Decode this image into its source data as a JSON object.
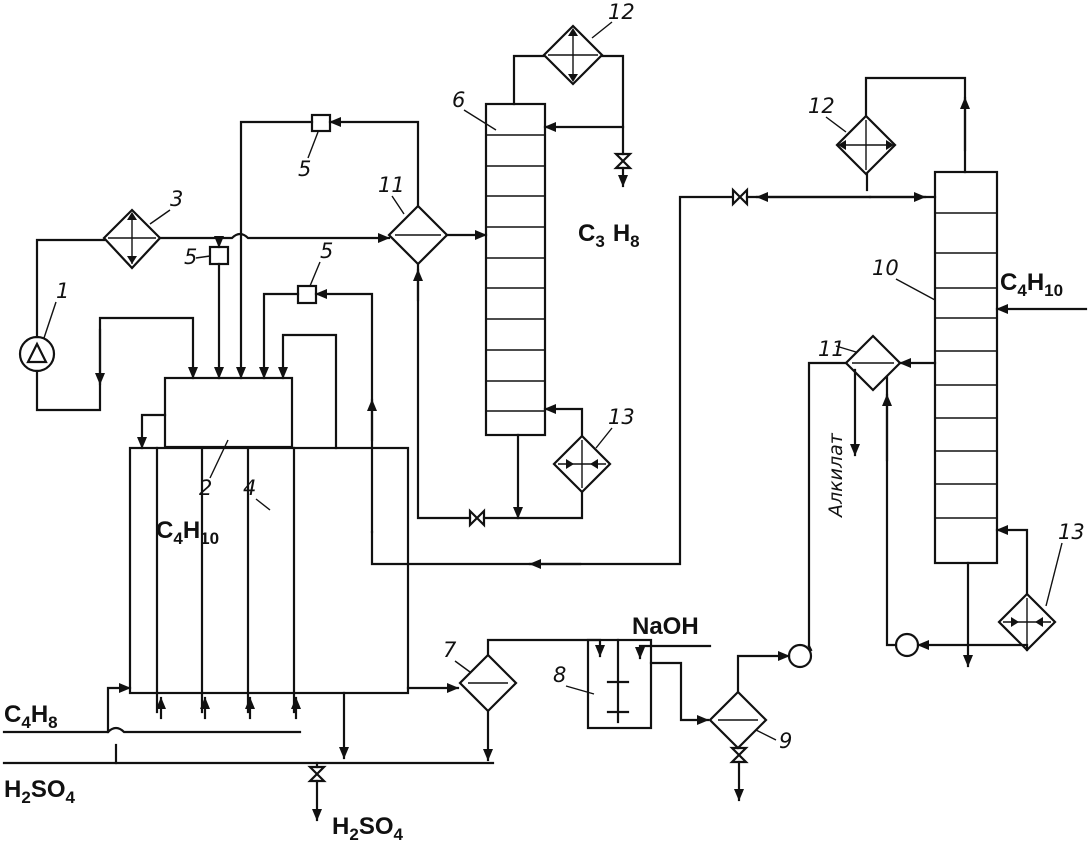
{
  "streams": {
    "butane_recycle": {
      "main": "C",
      "s1": "4",
      "main2": "H",
      "s2": "10"
    },
    "butane_feed": {
      "main": "C",
      "s1": "4",
      "main2": "H",
      "s2": "10"
    },
    "propane": {
      "main": "C",
      "s1": "3",
      "main2": "H",
      "s2": "8"
    },
    "butene_feed": {
      "main": "C",
      "s1": "4",
      "main2": "H",
      "s2": "8"
    },
    "acid_feed": {
      "main": "H",
      "s1": "2",
      "main2": "SO",
      "s2": "4"
    },
    "acid_out": {
      "main": "H",
      "s1": "2",
      "main2": "SO",
      "s2": "4"
    },
    "naoh": "NaOH",
    "alkylate": "Алкилат"
  },
  "numbers": {
    "pump": "1",
    "mixer": "2",
    "cooler": "3",
    "reactor": "4",
    "valve_a": "5",
    "valve_b": "5",
    "valve_c": "5",
    "depropanizer": "6",
    "separator": "7",
    "washer": "8",
    "settler": "9",
    "debutanizer": "10",
    "hx_a": "11",
    "hx_b": "11",
    "condenser_a": "12",
    "condenser_b": "12",
    "reboiler_a": "13",
    "reboiler_b": "13"
  }
}
